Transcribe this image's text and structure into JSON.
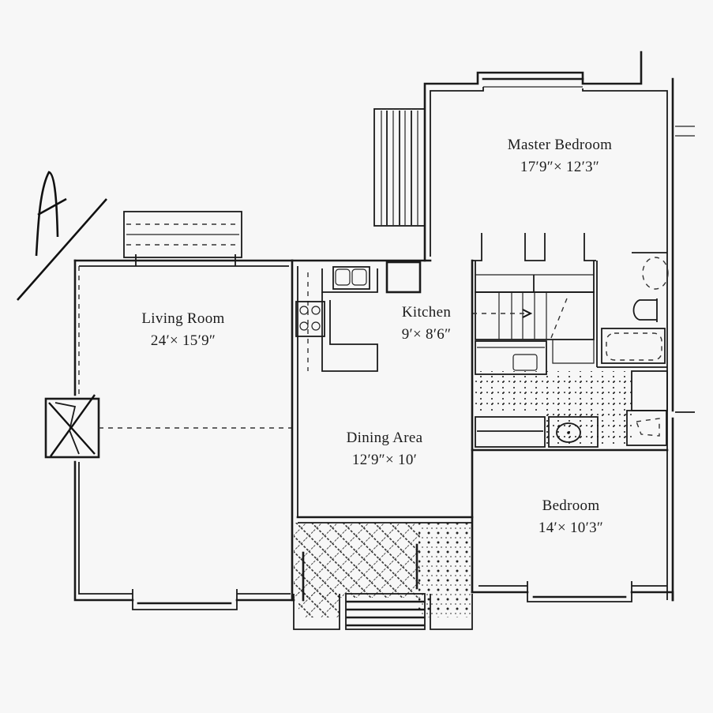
{
  "plan": {
    "background": "#f7f7f7",
    "line_color": "#1a1a1a",
    "north_marker": {
      "symbol": "A",
      "description": "hand-drawn north arrow with diagonal line"
    },
    "rooms": [
      {
        "id": "master-bedroom",
        "name": "Master Bedroom",
        "dimensions": "17′9″× 12′3″"
      },
      {
        "id": "living-room",
        "name": "Living Room",
        "dimensions": "24′× 15′9″"
      },
      {
        "id": "kitchen",
        "name": "Kitchen",
        "dimensions": "9′× 8′6″"
      },
      {
        "id": "dining-area",
        "name": "Dining Area",
        "dimensions": "12′9″× 10′"
      },
      {
        "id": "bedroom",
        "name": "Bedroom",
        "dimensions": "14′× 10′3″"
      }
    ],
    "features": [
      {
        "id": "fireplace",
        "icon": "fireplace-icon"
      },
      {
        "id": "deck-living",
        "icon": "deck-icon"
      },
      {
        "id": "deck-master",
        "icon": "deck-icon"
      },
      {
        "id": "sink",
        "icon": "double-sink-icon"
      },
      {
        "id": "range",
        "icon": "stove-icon"
      },
      {
        "id": "refrigerator",
        "icon": "fridge-icon"
      },
      {
        "id": "stairs",
        "icon": "stairs-icon"
      },
      {
        "id": "bathtub",
        "icon": "bathtub-icon"
      },
      {
        "id": "toilet",
        "icon": "toilet-icon"
      },
      {
        "id": "lavatory",
        "icon": "lavatory-icon"
      },
      {
        "id": "entry-steps",
        "icon": "steps-icon"
      },
      {
        "id": "porch",
        "icon": "hatched-porch-icon"
      }
    ]
  }
}
